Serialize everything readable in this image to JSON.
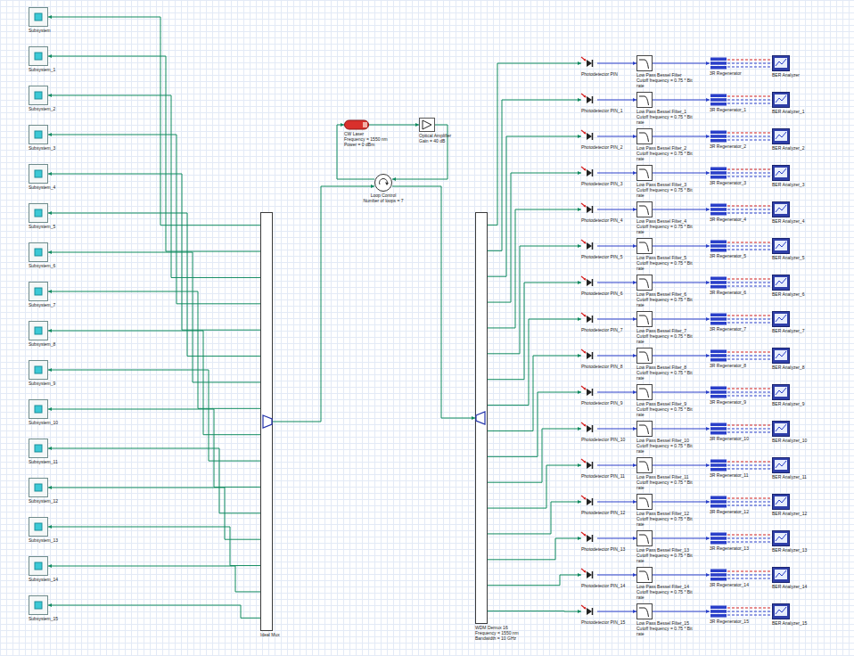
{
  "diagram": {
    "nodes": [
      {
        "text": [
          "Subsystem"
        ]
      },
      {
        "text": [
          "Subsystem_1"
        ]
      },
      {
        "text": [
          "Subsystem_2"
        ]
      },
      {
        "text": [
          "Subsystem_3"
        ]
      },
      {
        "text": [
          "Subsystem_4"
        ]
      },
      {
        "text": [
          "Subsystem_5"
        ]
      },
      {
        "text": [
          "Subsystem_6"
        ]
      },
      {
        "text": [
          "Subsystem_7"
        ]
      },
      {
        "text": [
          "Subsystem_8"
        ]
      },
      {
        "text": [
          "Subsystem_9"
        ]
      },
      {
        "text": [
          "Subsystem_10"
        ]
      },
      {
        "text": [
          "Subsystem_11"
        ]
      },
      {
        "text": [
          "Subsystem_12"
        ]
      },
      {
        "text": [
          "Subsystem_13"
        ]
      },
      {
        "text": [
          "Subsystem_14"
        ]
      },
      {
        "text": [
          "Subsystem_15"
        ]
      },
      {
        "text": [
          "Ideal Mux"
        ]
      },
      {
        "text": [
          "CW Laser",
          "Frequency = 1550 nm",
          "Power = 0 dBm"
        ]
      },
      {
        "text": [
          "Optical Amplifier",
          "Gain = 40 dB"
        ]
      },
      {
        "text": [
          "Loop Control",
          "Number of loops = 7"
        ]
      },
      {
        "text": [
          "WDM Demux 16",
          "Frequency = 1550 nm",
          "Bandwidth = 10 GHz"
        ]
      },
      {
        "text": [
          "Photodetector PIN"
        ]
      },
      {
        "text": [
          "Low Pass Bessel Filter",
          "Cutoff frequency = 0.75 * Bit rate"
        ]
      },
      {
        "text": [
          "3R Regenerator"
        ]
      },
      {
        "text": [
          "BER Analyzer"
        ]
      },
      {
        "text": [
          "Photodetector PIN_1"
        ]
      },
      {
        "text": [
          "Low Pass Bessel Filter_1",
          "Cutoff frequency = 0.75 * Bit rate"
        ]
      },
      {
        "text": [
          "3R Regenerator_1"
        ]
      },
      {
        "text": [
          "BER Analyzer_1"
        ]
      },
      {
        "text": [
          "Photodetector PIN_2"
        ]
      },
      {
        "text": [
          "Low Pass Bessel Filter_2",
          "Cutoff frequency = 0.75 * Bit rate"
        ]
      },
      {
        "text": [
          "3R Regenerator_2"
        ]
      },
      {
        "text": [
          "BER Analyzer_2"
        ]
      },
      {
        "text": [
          "Photodetector PIN_3"
        ]
      },
      {
        "text": [
          "Low Pass Bessel Filter_3",
          "Cutoff frequency = 0.75 * Bit rate"
        ]
      },
      {
        "text": [
          "3R Regenerator_3"
        ]
      },
      {
        "text": [
          "BER Analyzer_3"
        ]
      },
      {
        "text": [
          "Photodetector PIN_4"
        ]
      },
      {
        "text": [
          "Low Pass Bessel Filter_4",
          "Cutoff frequency = 0.75 * Bit rate"
        ]
      },
      {
        "text": [
          "3R Regenerator_4"
        ]
      },
      {
        "text": [
          "BER Analyzer_4"
        ]
      },
      {
        "text": [
          "Photodetector PIN_5"
        ]
      },
      {
        "text": [
          "Low Pass Bessel Filter_5",
          "Cutoff frequency = 0.75 * Bit rate"
        ]
      },
      {
        "text": [
          "3R Regenerator_5"
        ]
      },
      {
        "text": [
          "BER Analyzer_5"
        ]
      },
      {
        "text": [
          "Photodetector PIN_6"
        ]
      },
      {
        "text": [
          "Low Pass Bessel Filter_6",
          "Cutoff frequency = 0.75 * Bit rate"
        ]
      },
      {
        "text": [
          "3R Regenerator_6"
        ]
      },
      {
        "text": [
          "BER Analyzer_6"
        ]
      },
      {
        "text": [
          "Photodetector PIN_7"
        ]
      },
      {
        "text": [
          "Low Pass Bessel Filter_7",
          "Cutoff frequency = 0.75 * Bit rate"
        ]
      },
      {
        "text": [
          "3R Regenerator_7"
        ]
      },
      {
        "text": [
          "BER Analyzer_7"
        ]
      },
      {
        "text": [
          "Photodetector PIN_8"
        ]
      },
      {
        "text": [
          "Low Pass Bessel Filter_8",
          "Cutoff frequency = 0.75 * Bit rate"
        ]
      },
      {
        "text": [
          "3R Regenerator_8"
        ]
      },
      {
        "text": [
          "BER Analyzer_8"
        ]
      },
      {
        "text": [
          "Photodetector PIN_9"
        ]
      },
      {
        "text": [
          "Low Pass Bessel Filter_9",
          "Cutoff frequency = 0.75 * Bit rate"
        ]
      },
      {
        "text": [
          "3R Regenerator_9"
        ]
      },
      {
        "text": [
          "BER Analyzer_9"
        ]
      },
      {
        "text": [
          "Photodetector PIN_10"
        ]
      },
      {
        "text": [
          "Low Pass Bessel Filter_10",
          "Cutoff frequency = 0.75 * Bit rate"
        ]
      },
      {
        "text": [
          "3R Regenerator_10"
        ]
      },
      {
        "text": [
          "BER Analyzer_10"
        ]
      },
      {
        "text": [
          "Photodetector PIN_11"
        ]
      },
      {
        "text": [
          "Low Pass Bessel Filter_11",
          "Cutoff frequency = 0.75 * Bit rate"
        ]
      },
      {
        "text": [
          "3R Regenerator_11"
        ]
      },
      {
        "text": [
          "BER Analyzer_11"
        ]
      },
      {
        "text": [
          "Photodetector PIN_12"
        ]
      },
      {
        "text": [
          "Low Pass Bessel Filter_12",
          "Cutoff frequency = 0.75 * Bit rate"
        ]
      },
      {
        "text": [
          "3R Regenerator_12"
        ]
      },
      {
        "text": [
          "BER Analyzer_12"
        ]
      },
      {
        "text": [
          "Photodetector PIN_13"
        ]
      },
      {
        "text": [
          "Low Pass Bessel Filter_13",
          "Cutoff frequency = 0.75 * Bit rate"
        ]
      },
      {
        "text": [
          "3R Regenerator_13"
        ]
      },
      {
        "text": [
          "BER Analyzer_13"
        ]
      },
      {
        "text": [
          "Photodetector PIN_14"
        ]
      },
      {
        "text": [
          "Low Pass Bessel Filter_14",
          "Cutoff frequency = 0.75 * Bit rate"
        ]
      },
      {
        "text": [
          "3R Regenerator_14"
        ]
      },
      {
        "text": [
          "BER Analyzer_14"
        ]
      },
      {
        "text": [
          "Photodetector PIN_15"
        ]
      },
      {
        "text": [
          "Low Pass Bessel Filter_15",
          "Cutoff frequency = 0.75 * Bit rate"
        ]
      },
      {
        "text": [
          "3R Regenerator_15"
        ]
      },
      {
        "text": [
          "BER Analyzer_15"
        ]
      }
    ],
    "edges": [
      {
        "from": 16,
        "to": 0,
        "arrow": "to"
      },
      {
        "from": 16,
        "to": 1,
        "arrow": "to"
      },
      {
        "from": 16,
        "to": 2,
        "arrow": "to"
      },
      {
        "from": 16,
        "to": 3,
        "arrow": "to"
      },
      {
        "from": 16,
        "to": 4,
        "arrow": "to"
      },
      {
        "from": 16,
        "to": 5,
        "arrow": "to"
      },
      {
        "from": 16,
        "to": 6,
        "arrow": "to"
      },
      {
        "from": 16,
        "to": 7,
        "arrow": "to"
      },
      {
        "from": 16,
        "to": 8,
        "arrow": "to"
      },
      {
        "from": 16,
        "to": 9,
        "arrow": "to"
      },
      {
        "from": 16,
        "to": 10,
        "arrow": "to"
      },
      {
        "from": 16,
        "to": 11,
        "arrow": "to"
      },
      {
        "from": 16,
        "to": 12,
        "arrow": "to"
      },
      {
        "from": 16,
        "to": 13,
        "arrow": "to"
      },
      {
        "from": 16,
        "to": 14,
        "arrow": "to"
      },
      {
        "from": 16,
        "to": 15,
        "arrow": "to"
      },
      {
        "from": 17,
        "to": 18,
        "arrow": "to"
      },
      {
        "from": 18,
        "to": 19,
        "arrow": "to"
      },
      {
        "from": 19,
        "to": 17,
        "arrow": "to"
      },
      {
        "from": 16,
        "to": 19,
        "arrow": "to"
      },
      {
        "from": 19,
        "to": 20,
        "arrow": "to"
      },
      {
        "from": 20,
        "to": 21,
        "arrow": "to"
      },
      {
        "from": 21,
        "to": 22,
        "arrow": "to"
      },
      {
        "from": 22,
        "to": 23,
        "arrow": "to"
      },
      {
        "from": 23,
        "to": 24,
        "arrow": "none"
      },
      {
        "from": 23,
        "to": 24,
        "arrow": "none"
      },
      {
        "from": 23,
        "to": 24,
        "arrow": "none"
      },
      {
        "from": 20,
        "to": 25,
        "arrow": "to"
      },
      {
        "from": 25,
        "to": 26,
        "arrow": "to"
      },
      {
        "from": 26,
        "to": 27,
        "arrow": "to"
      },
      {
        "from": 27,
        "to": 28,
        "arrow": "none"
      },
      {
        "from": 27,
        "to": 28,
        "arrow": "none"
      },
      {
        "from": 27,
        "to": 28,
        "arrow": "none"
      },
      {
        "from": 20,
        "to": 29,
        "arrow": "to"
      },
      {
        "from": 29,
        "to": 30,
        "arrow": "to"
      },
      {
        "from": 30,
        "to": 31,
        "arrow": "to"
      },
      {
        "from": 31,
        "to": 32,
        "arrow": "none"
      },
      {
        "from": 31,
        "to": 32,
        "arrow": "none"
      },
      {
        "from": 31,
        "to": 32,
        "arrow": "none"
      },
      {
        "from": 20,
        "to": 33,
        "arrow": "to"
      },
      {
        "from": 33,
        "to": 34,
        "arrow": "to"
      },
      {
        "from": 34,
        "to": 35,
        "arrow": "to"
      },
      {
        "from": 35,
        "to": 36,
        "arrow": "none"
      },
      {
        "from": 35,
        "to": 36,
        "arrow": "none"
      },
      {
        "from": 35,
        "to": 36,
        "arrow": "none"
      },
      {
        "from": 20,
        "to": 37,
        "arrow": "to"
      },
      {
        "from": 37,
        "to": 38,
        "arrow": "to"
      },
      {
        "from": 38,
        "to": 39,
        "arrow": "to"
      },
      {
        "from": 39,
        "to": 40,
        "arrow": "none"
      },
      {
        "from": 39,
        "to": 40,
        "arrow": "none"
      },
      {
        "from": 39,
        "to": 40,
        "arrow": "none"
      },
      {
        "from": 20,
        "to": 41,
        "arrow": "to"
      },
      {
        "from": 41,
        "to": 42,
        "arrow": "to"
      },
      {
        "from": 42,
        "to": 43,
        "arrow": "to"
      },
      {
        "from": 43,
        "to": 44,
        "arrow": "none"
      },
      {
        "from": 43,
        "to": 44,
        "arrow": "none"
      },
      {
        "from": 43,
        "to": 44,
        "arrow": "none"
      },
      {
        "from": 20,
        "to": 45,
        "arrow": "to"
      },
      {
        "from": 45,
        "to": 46,
        "arrow": "to"
      },
      {
        "from": 46,
        "to": 47,
        "arrow": "to"
      },
      {
        "from": 47,
        "to": 48,
        "arrow": "none"
      },
      {
        "from": 47,
        "to": 48,
        "arrow": "none"
      },
      {
        "from": 47,
        "to": 48,
        "arrow": "none"
      },
      {
        "from": 20,
        "to": 49,
        "arrow": "to"
      },
      {
        "from": 49,
        "to": 50,
        "arrow": "to"
      },
      {
        "from": 50,
        "to": 51,
        "arrow": "to"
      },
      {
        "from": 51,
        "to": 52,
        "arrow": "none"
      },
      {
        "from": 51,
        "to": 52,
        "arrow": "none"
      },
      {
        "from": 51,
        "to": 52,
        "arrow": "none"
      },
      {
        "from": 20,
        "to": 53,
        "arrow": "to"
      },
      {
        "from": 53,
        "to": 54,
        "arrow": "to"
      },
      {
        "from": 54,
        "to": 55,
        "arrow": "to"
      },
      {
        "from": 55,
        "to": 56,
        "arrow": "none"
      },
      {
        "from": 55,
        "to": 56,
        "arrow": "none"
      },
      {
        "from": 55,
        "to": 56,
        "arrow": "none"
      },
      {
        "from": 20,
        "to": 57,
        "arrow": "to"
      },
      {
        "from": 57,
        "to": 58,
        "arrow": "to"
      },
      {
        "from": 58,
        "to": 59,
        "arrow": "to"
      },
      {
        "from": 59,
        "to": 60,
        "arrow": "none"
      },
      {
        "from": 59,
        "to": 60,
        "arrow": "none"
      },
      {
        "from": 59,
        "to": 60,
        "arrow": "none"
      },
      {
        "from": 20,
        "to": 61,
        "arrow": "to"
      },
      {
        "from": 61,
        "to": 62,
        "arrow": "to"
      },
      {
        "from": 62,
        "to": 63,
        "arrow": "to"
      },
      {
        "from": 63,
        "to": 64,
        "arrow": "none"
      },
      {
        "from": 63,
        "to": 64,
        "arrow": "none"
      },
      {
        "from": 63,
        "to": 64,
        "arrow": "none"
      },
      {
        "from": 20,
        "to": 65,
        "arrow": "to"
      },
      {
        "from": 65,
        "to": 66,
        "arrow": "to"
      },
      {
        "from": 66,
        "to": 67,
        "arrow": "to"
      },
      {
        "from": 67,
        "to": 68,
        "arrow": "none"
      },
      {
        "from": 67,
        "to": 68,
        "arrow": "none"
      },
      {
        "from": 67,
        "to": 68,
        "arrow": "none"
      },
      {
        "from": 20,
        "to": 69,
        "arrow": "to"
      },
      {
        "from": 69,
        "to": 70,
        "arrow": "to"
      },
      {
        "from": 70,
        "to": 71,
        "arrow": "to"
      },
      {
        "from": 71,
        "to": 72,
        "arrow": "none"
      },
      {
        "from": 71,
        "to": 72,
        "arrow": "none"
      },
      {
        "from": 71,
        "to": 72,
        "arrow": "none"
      },
      {
        "from": 20,
        "to": 73,
        "arrow": "to"
      },
      {
        "from": 73,
        "to": 74,
        "arrow": "to"
      },
      {
        "from": 74,
        "to": 75,
        "arrow": "to"
      },
      {
        "from": 75,
        "to": 76,
        "arrow": "none"
      },
      {
        "from": 75,
        "to": 76,
        "arrow": "none"
      },
      {
        "from": 75,
        "to": 76,
        "arrow": "none"
      },
      {
        "from": 20,
        "to": 77,
        "arrow": "to"
      },
      {
        "from": 77,
        "to": 78,
        "arrow": "to"
      },
      {
        "from": 78,
        "to": 79,
        "arrow": "to"
      },
      {
        "from": 79,
        "to": 80,
        "arrow": "none"
      },
      {
        "from": 79,
        "to": 80,
        "arrow": "none"
      },
      {
        "from": 79,
        "to": 80,
        "arrow": "none"
      },
      {
        "from": 20,
        "to": 81,
        "arrow": "to"
      },
      {
        "from": 81,
        "to": 82,
        "arrow": "to"
      },
      {
        "from": 82,
        "to": 83,
        "arrow": "to"
      },
      {
        "from": 83,
        "to": 84,
        "arrow": "none"
      },
      {
        "from": 83,
        "to": 84,
        "arrow": "none"
      },
      {
        "from": 83,
        "to": 84,
        "arrow": "none"
      }
    ]
  }
}
